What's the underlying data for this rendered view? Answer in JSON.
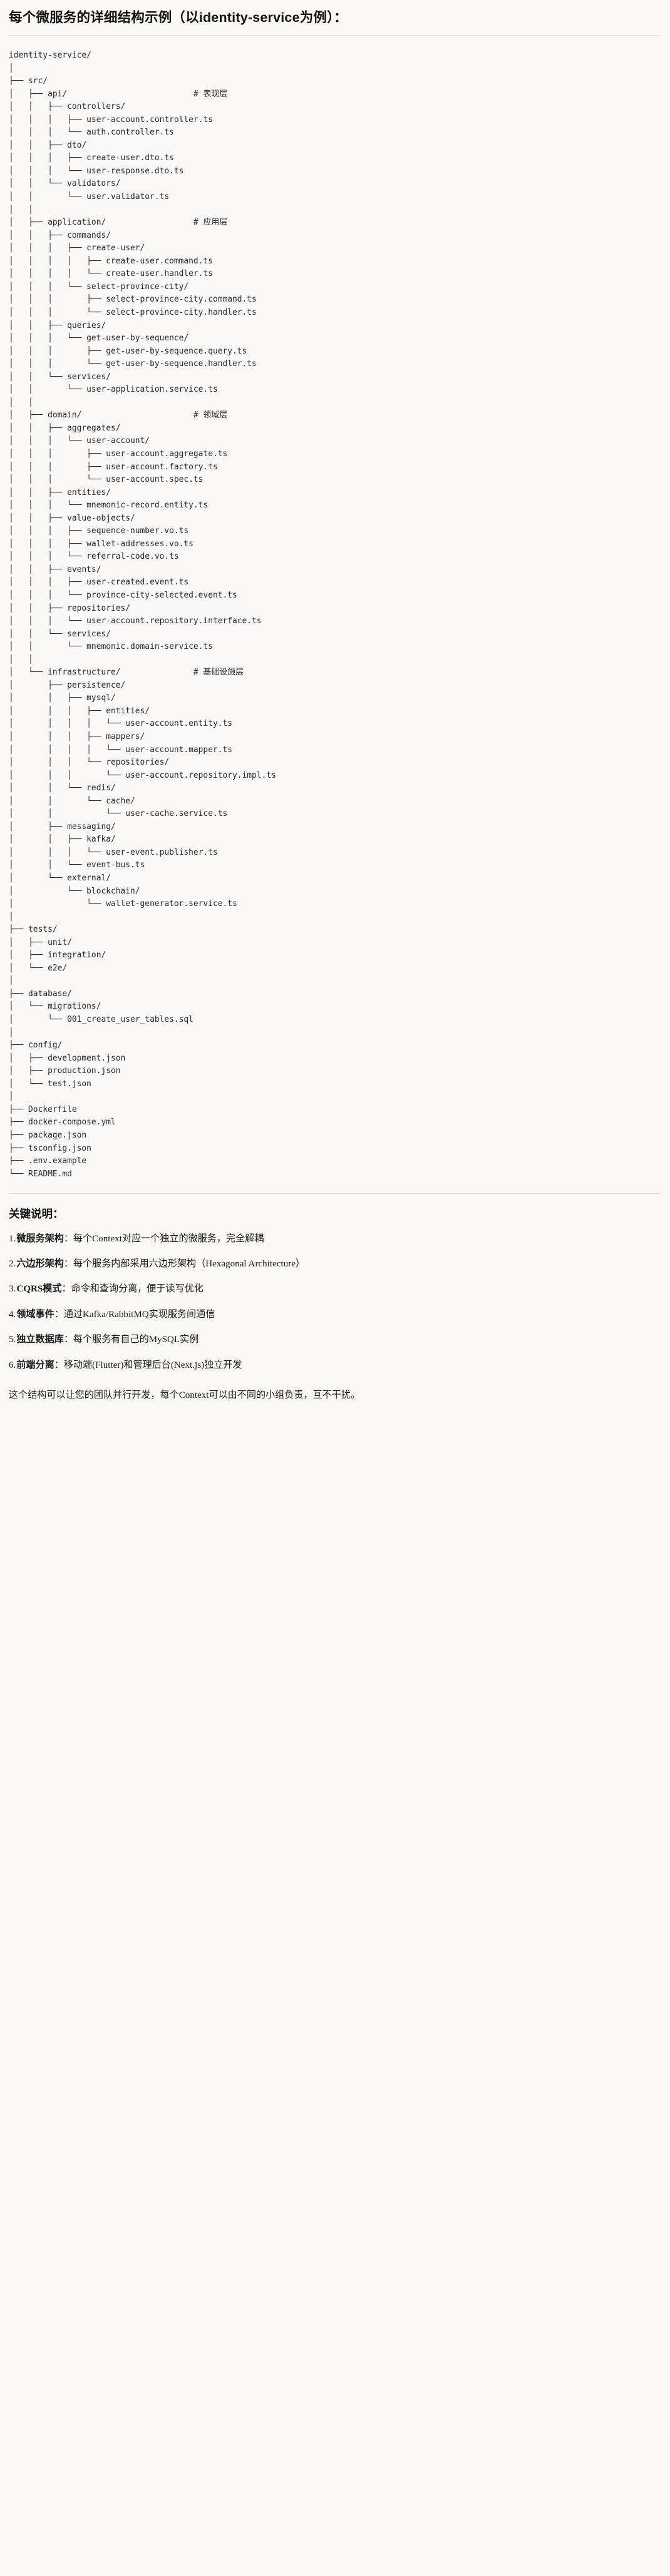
{
  "document": {
    "title": "每个微服务的详细结构示例（以identity-service为例）：",
    "notes_heading": "关键说明：",
    "closing": "这个结构可以让您的团队并行开发，每个Context可以由不同的小组负责，互不干扰。"
  },
  "tree": {
    "root": "identity-service/",
    "comments": {
      "api": "# 表现层",
      "application": "# 应用层",
      "domain": "# 领域层",
      "infrastructure": "# 基础设施层"
    },
    "text": "identity-service/\n│\n├── src/\n│   ├── api/                          # 表现层\n│   │   ├── controllers/\n│   │   │   ├── user-account.controller.ts\n│   │   │   └── auth.controller.ts\n│   │   ├── dto/\n│   │   │   ├── create-user.dto.ts\n│   │   │   └── user-response.dto.ts\n│   │   └── validators/\n│   │       └── user.validator.ts\n│   │\n│   ├── application/                  # 应用层\n│   │   ├── commands/\n│   │   │   ├── create-user/\n│   │   │   │   ├── create-user.command.ts\n│   │   │   │   └── create-user.handler.ts\n│   │   │   └── select-province-city/\n│   │   │       ├── select-province-city.command.ts\n│   │   │       └── select-province-city.handler.ts\n│   │   ├── queries/\n│   │   │   └── get-user-by-sequence/\n│   │   │       ├── get-user-by-sequence.query.ts\n│   │   │       └── get-user-by-sequence.handler.ts\n│   │   └── services/\n│   │       └── user-application.service.ts\n│   │\n│   ├── domain/                       # 领域层\n│   │   ├── aggregates/\n│   │   │   └── user-account/\n│   │   │       ├── user-account.aggregate.ts\n│   │   │       ├── user-account.factory.ts\n│   │   │       └── user-account.spec.ts\n│   │   ├── entities/\n│   │   │   └── mnemonic-record.entity.ts\n│   │   ├── value-objects/\n│   │   │   ├── sequence-number.vo.ts\n│   │   │   ├── wallet-addresses.vo.ts\n│   │   │   └── referral-code.vo.ts\n│   │   ├── events/\n│   │   │   ├── user-created.event.ts\n│   │   │   └── province-city-selected.event.ts\n│   │   ├── repositories/\n│   │   │   └── user-account.repository.interface.ts\n│   │   └── services/\n│   │       └── mnemonic.domain-service.ts\n│   │\n│   └── infrastructure/               # 基础设施层\n│       ├── persistence/\n│       │   ├── mysql/\n│       │   │   ├── entities/\n│       │   │   │   └── user-account.entity.ts\n│       │   │   ├── mappers/\n│       │   │   │   └── user-account.mapper.ts\n│       │   │   └── repositories/\n│       │   │       └── user-account.repository.impl.ts\n│       │   └── redis/\n│       │       └── cache/\n│       │           └── user-cache.service.ts\n│       ├── messaging/\n│       │   ├── kafka/\n│       │   │   └── user-event.publisher.ts\n│       │   └── event-bus.ts\n│       └── external/\n│           └── blockchain/\n│               └── wallet-generator.service.ts\n│\n├── tests/\n│   ├── unit/\n│   ├── integration/\n│   └── e2e/\n│\n├── database/\n│   └── migrations/\n│       └── 001_create_user_tables.sql\n│\n├── config/\n│   ├── development.json\n│   ├── production.json\n│   └── test.json\n│\n├── Dockerfile\n├── docker-compose.yml\n├── package.json\n├── tsconfig.json\n├── .env.example\n└── README.md"
  },
  "notes": [
    {
      "num": "1.",
      "term": "微服务架构",
      "sep": "：",
      "desc": "每个Context对应一个独立的微服务，完全解耦"
    },
    {
      "num": "2.",
      "term": "六边形架构",
      "sep": "：",
      "desc": "每个服务内部采用六边形架构（Hexagonal Architecture）"
    },
    {
      "num": "3.",
      "term": "CQRS模式",
      "sep": "：",
      "desc": "命令和查询分离，便于读写优化"
    },
    {
      "num": "4.",
      "term": "领域事件",
      "sep": "：",
      "desc": "通过Kafka/RabbitMQ实现服务间通信"
    },
    {
      "num": "5.",
      "term": "独立数据库",
      "sep": "：",
      "desc": "每个服务有自己的MySQL实例"
    },
    {
      "num": "6.",
      "term": "前端分离",
      "sep": "：",
      "desc": "移动端(Flutter)和管理后台(Next.js)独立开发"
    }
  ]
}
